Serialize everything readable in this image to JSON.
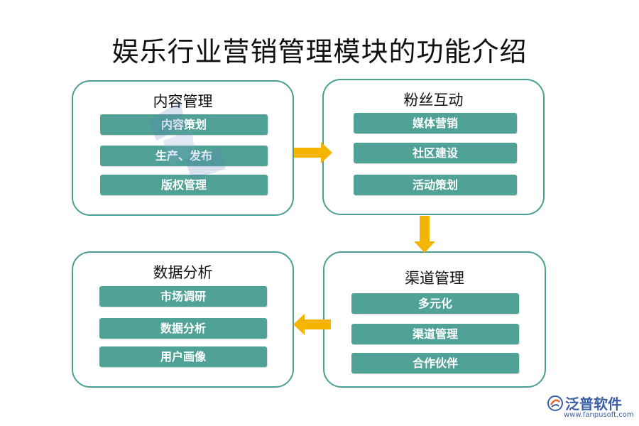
{
  "title": "娱乐行业营销管理模块的功能介绍",
  "modules": {
    "content": {
      "title": "内容管理",
      "items": [
        "内容策划",
        "生产、发布",
        "版权管理"
      ]
    },
    "fans": {
      "title": "粉丝互动",
      "items": [
        "媒体营销",
        "社区建设",
        "活动策划"
      ]
    },
    "channel": {
      "title": "渠道管理",
      "items": [
        "多元化",
        "渠道管理",
        "合作伙伴"
      ]
    },
    "data": {
      "title": "数据分析",
      "items": [
        "市场调研",
        "数据分析",
        "用户画像"
      ]
    }
  },
  "colors": {
    "border": "#4b9e93",
    "item_fill": "#50a297",
    "arrow": "#f4b400",
    "logo": "#3a5fa8"
  },
  "logo": {
    "name": "泛普软件",
    "url": "www.fanpusoft.com",
    "icon": "fanpu-logo-icon"
  }
}
